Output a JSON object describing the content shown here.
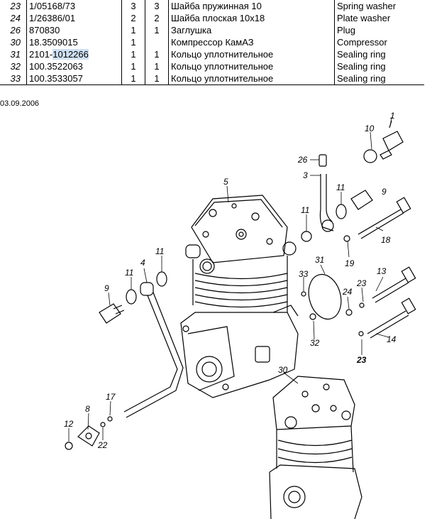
{
  "table": {
    "rows": [
      {
        "pos": "23",
        "code": "1/05168/73",
        "code_a": "1/05168/73",
        "code_b": "",
        "q1": "3",
        "q2": "3",
        "ru": "Шайба пружинная 10",
        "en": "Spring washer"
      },
      {
        "pos": "24",
        "code": "1/26386/01",
        "code_a": "1/26386/01",
        "code_b": "",
        "q1": "2",
        "q2": "2",
        "ru": "Шайба плоская 10х18",
        "en": "Plate washer"
      },
      {
        "pos": "26",
        "code": "870830",
        "code_a": "870830",
        "code_b": "",
        "q1": "1",
        "q2": "1",
        "ru": "Заглушка",
        "en": "Plug"
      },
      {
        "pos": "30",
        "code": "18.3509015",
        "code_a": "18.3509015",
        "code_b": "",
        "q1": "1",
        "q2": "",
        "ru": "Компрессор КамАЗ",
        "en": "Compressor"
      },
      {
        "pos": "31",
        "code": "2101-1012266",
        "code_a": "2101-",
        "code_b": "1012266",
        "q1": "1",
        "q2": "1",
        "ru": "Кольцо уплотнительное",
        "en": "Sealing ring"
      },
      {
        "pos": "32",
        "code": "100.3522063",
        "code_a": "100.3522063",
        "code_b": "",
        "q1": "1",
        "q2": "1",
        "ru": "Кольцо уплотнительное",
        "en": "Sealing ring"
      },
      {
        "pos": "33",
        "code": "100.3533057",
        "code_a": "100.3533057",
        "code_b": "",
        "q1": "1",
        "q2": "1",
        "ru": "Кольцо уплотнительное",
        "en": "Sealing ring"
      }
    ]
  },
  "date": "03.09.2006",
  "callouts": {
    "c1": "1",
    "c10": "10",
    "c26": "26",
    "c3": "3",
    "c9a": "9",
    "c11a": "11",
    "c11b": "11",
    "c5": "5",
    "c18": "18",
    "c19": "19",
    "c31": "31",
    "c33": "33",
    "c13": "13",
    "c23a": "23",
    "c24": "24",
    "c11c": "11",
    "c11d": "11",
    "c4": "4",
    "c9b": "9",
    "c14": "14",
    "c32": "32",
    "c23b": "23",
    "c30": "30",
    "c17": "17",
    "c8": "8",
    "c12": "12",
    "c22": "22"
  }
}
